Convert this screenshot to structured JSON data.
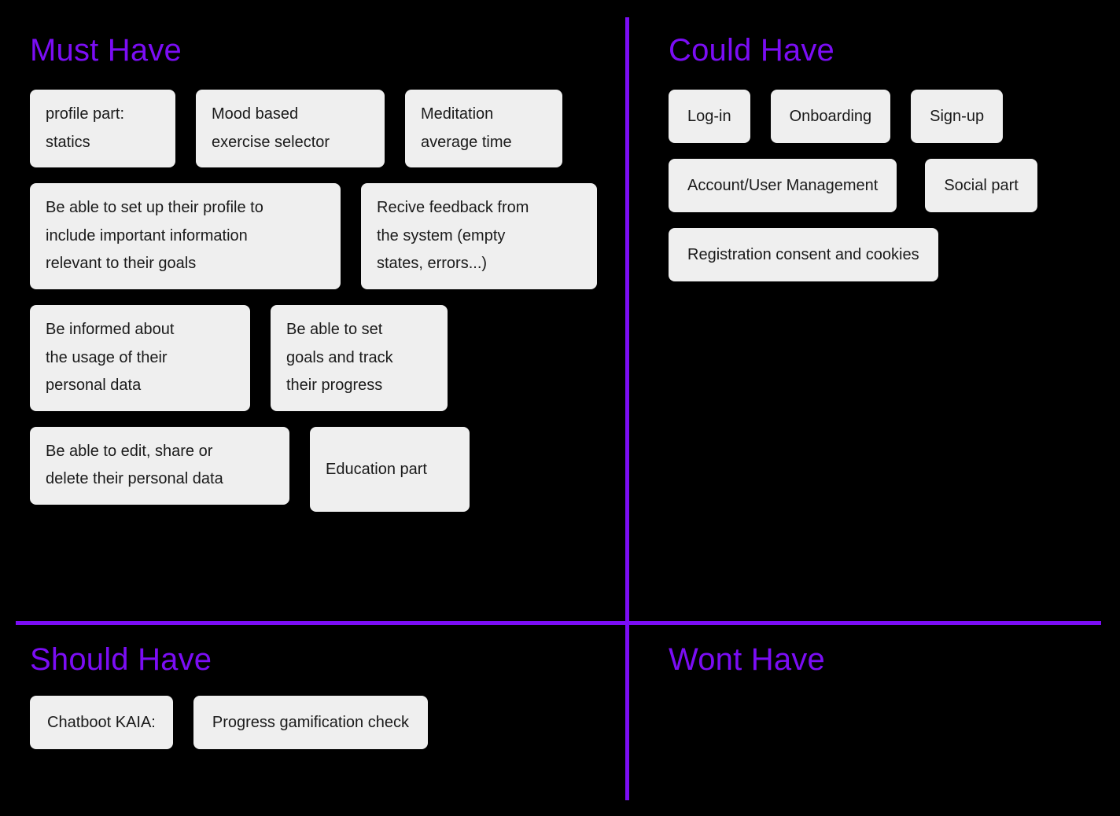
{
  "theme": {
    "background": "#000000",
    "accent": "#7B0DF5",
    "card_background": "#EFEFEF",
    "card_text": "#1A1A1A"
  },
  "board": {
    "type": "moscow-prioritization-matrix",
    "divider_color": "#7B0DF5"
  },
  "quadrants": {
    "must": {
      "title": "Must Have",
      "rows": [
        [
          {
            "label": "profile part:\nstatics"
          },
          {
            "label": "Mood based\nexercise selector"
          },
          {
            "label": "Meditation\naverage time"
          }
        ],
        [
          {
            "label": "Be able to set up their profile to\ninclude important information\nrelevant to their goals"
          },
          {
            "label": "Recive feedback from\nthe system (empty\nstates, errors...)"
          }
        ],
        [
          {
            "label": "Be informed about\nthe usage of their\npersonal data"
          },
          {
            "label": "Be able to set\ngoals and track\ntheir progress"
          }
        ],
        [
          {
            "label": "Be able to edit, share or\ndelete their personal data"
          },
          {
            "label": "Education part"
          }
        ]
      ]
    },
    "could": {
      "title": "Could Have",
      "rows": [
        [
          {
            "label": "Log-in"
          },
          {
            "label": "Onboarding"
          },
          {
            "label": "Sign-up"
          }
        ],
        [
          {
            "label": "Account/User Management"
          },
          {
            "label": "Social part"
          }
        ],
        [
          {
            "label": "Registration consent and cookies"
          }
        ]
      ]
    },
    "should": {
      "title": "Should Have",
      "rows": [
        [
          {
            "label": "Chatboot KAIA:"
          },
          {
            "label": "Progress gamification check"
          }
        ]
      ]
    },
    "wont": {
      "title": "Wont Have",
      "rows": []
    }
  }
}
